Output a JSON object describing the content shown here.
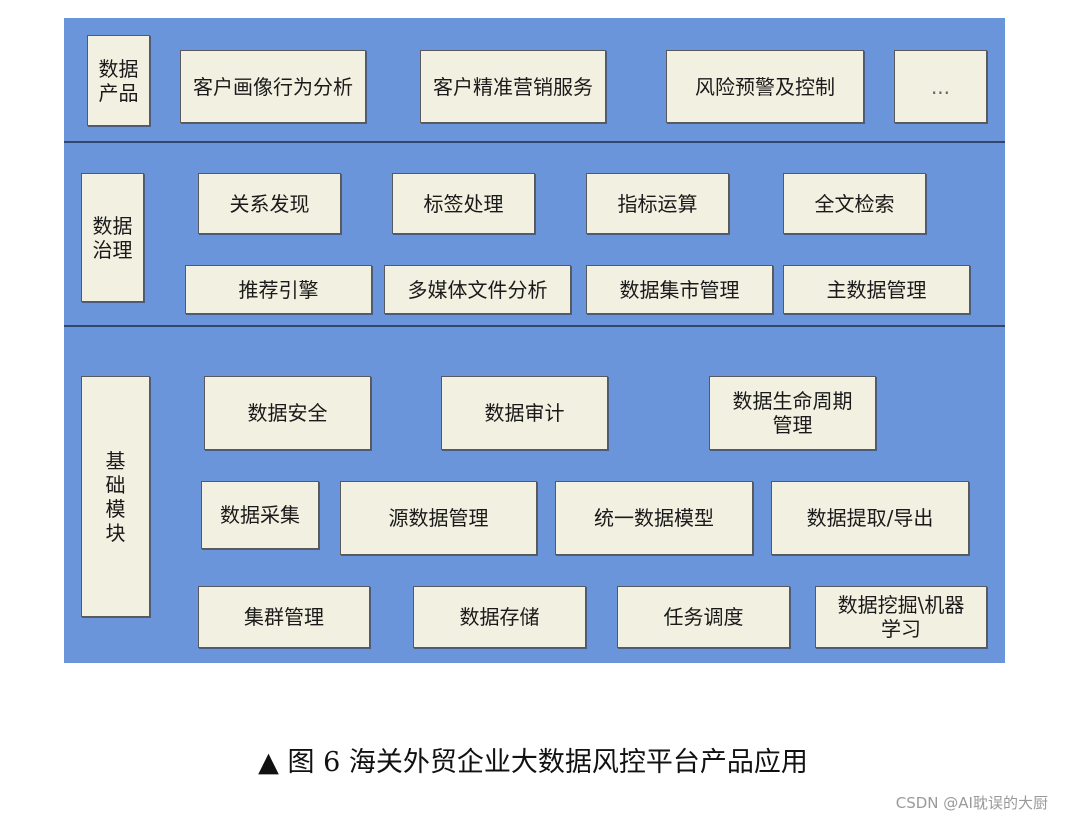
{
  "sections": {
    "products": {
      "label": "数据\n产品",
      "items": [
        "客户画像行为分析",
        "客户精准营销服务",
        "风险预警及控制",
        "..."
      ]
    },
    "governance": {
      "label": "数据\n治理",
      "items": [
        "关系发现",
        "标签处理",
        "指标运算",
        "全文检索",
        "推荐引擎",
        "多媒体文件分析",
        "数据集市管理",
        "主数据管理"
      ]
    },
    "foundation": {
      "label": "基\n础\n模\n块",
      "items": [
        "数据安全",
        "数据审计",
        "数据生命周期\n管理",
        "数据采集",
        "源数据管理",
        "统一数据模型",
        "数据提取/导出",
        "集群管理",
        "数据存储",
        "任务调度",
        "数据挖掘\\机器\n学习"
      ]
    }
  },
  "caption": "▲ 图 6  海关外贸企业大数据风控平台产品应用",
  "watermark": "CSDN @AI耽误的大厨",
  "colors": {
    "panel": "#6a95db",
    "box": "#f2f0e1",
    "separator": "#33466e"
  }
}
